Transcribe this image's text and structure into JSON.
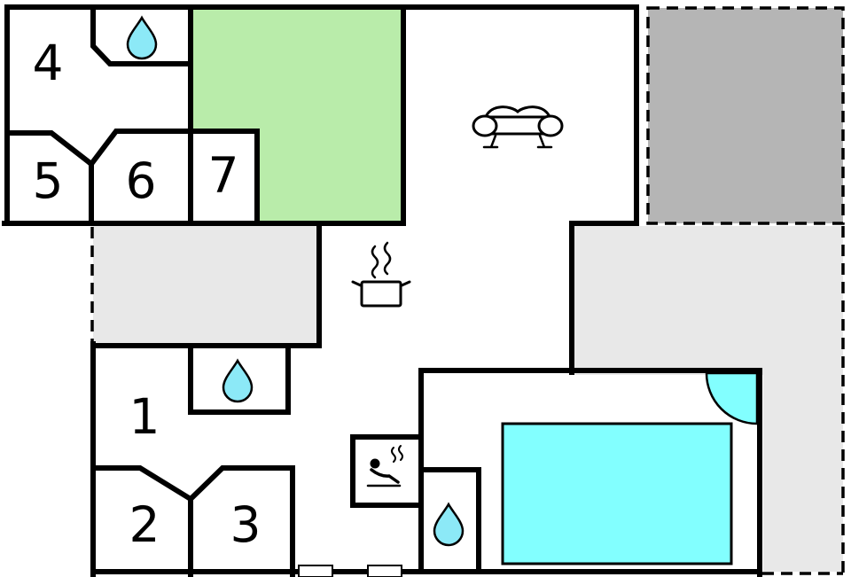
{
  "floorplan": {
    "title": "holiday-home-floor-plan",
    "rooms": [
      {
        "id": "1",
        "label": "1"
      },
      {
        "id": "2",
        "label": "2"
      },
      {
        "id": "3",
        "label": "3"
      },
      {
        "id": "4",
        "label": "4"
      },
      {
        "id": "5",
        "label": "5"
      },
      {
        "id": "6",
        "label": "6"
      },
      {
        "id": "7",
        "label": "7"
      }
    ],
    "icons": {
      "water_drop": "bathroom-water-drop",
      "sofa": "living-room-sofa",
      "cooking_pot": "kitchen-pot-with-steam",
      "sauna": "sauna-person-with-steam",
      "pool": "swimming-pool",
      "pool_corner": "pool-corner-steps",
      "door_marker": "door-threshold"
    },
    "colors": {
      "wall": "#000000",
      "room_green": "#b9ecaa",
      "terrace_dark": "#b5b5b5",
      "terrace_light": "#e8e8e8",
      "pool_water": "#82ffff",
      "drop_fill": "#8ce9f7",
      "background": "#ffffff"
    }
  }
}
